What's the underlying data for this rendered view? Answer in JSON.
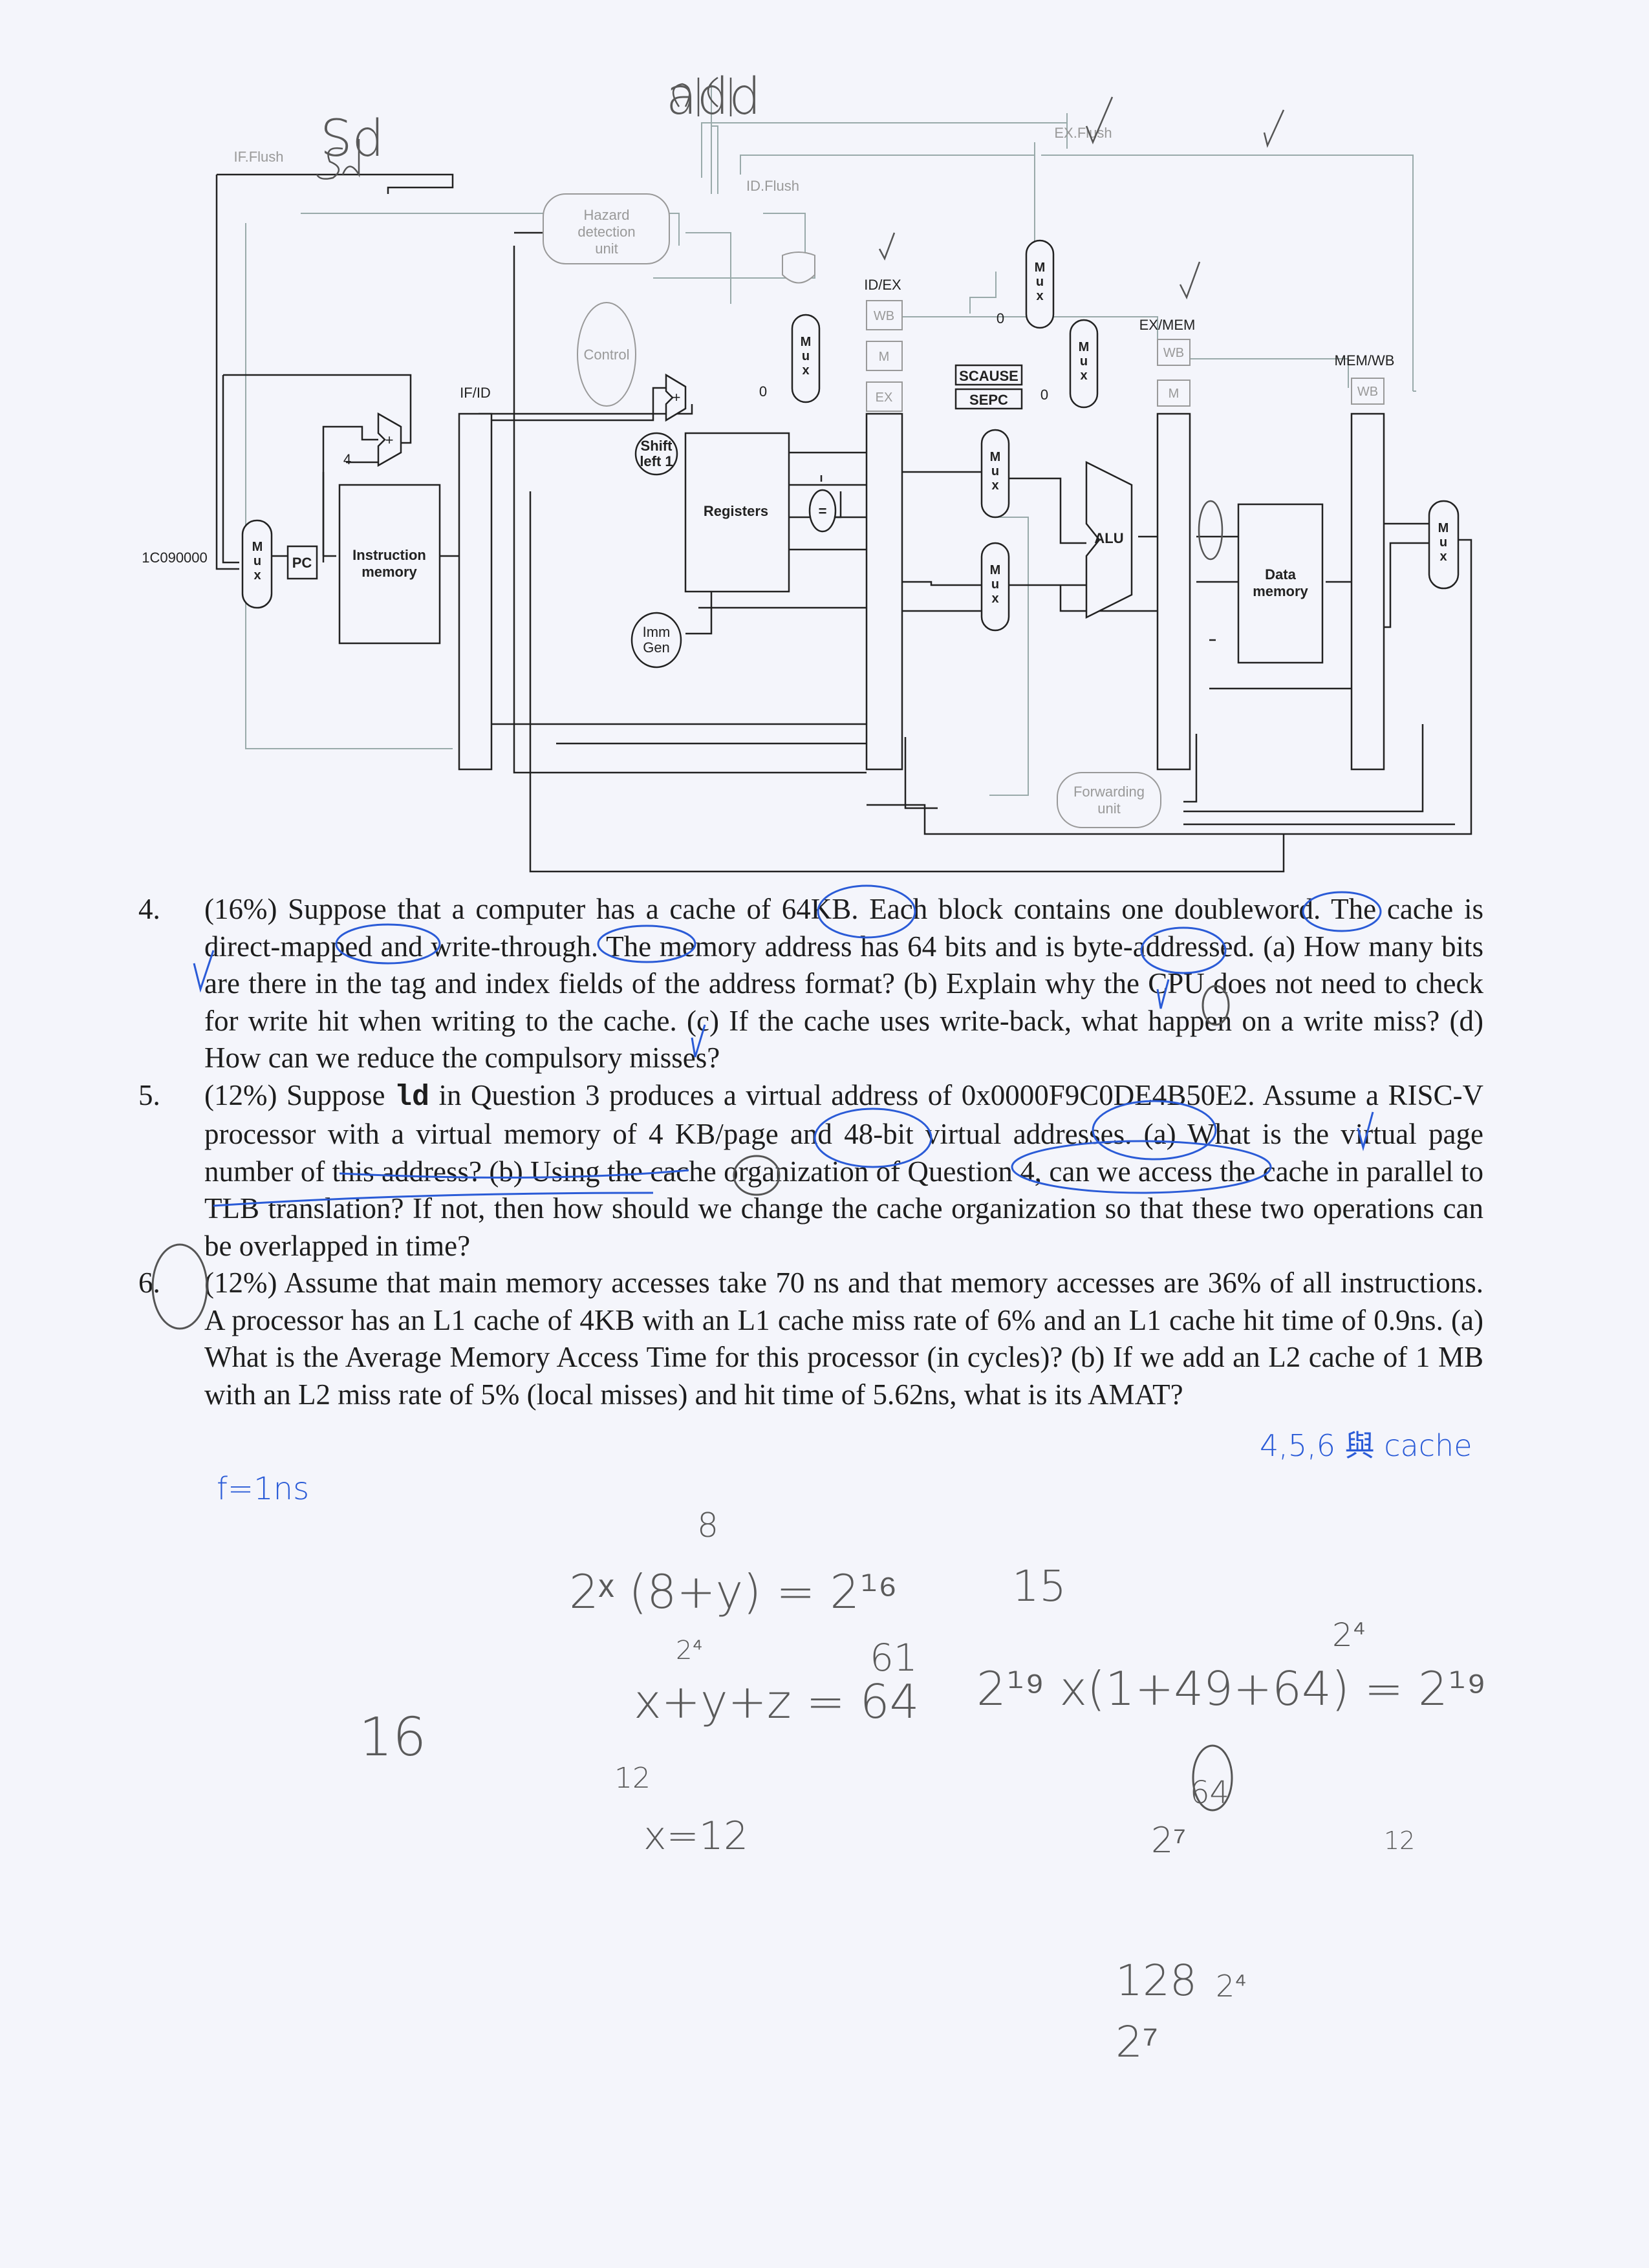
{
  "diagram": {
    "labels": {
      "if_flush": "IF.Flush",
      "id_flush": "ID.Flush",
      "ex_flush": "EX.Flush",
      "hazard": [
        "Hazard",
        "detection",
        "unit"
      ],
      "control": "Control",
      "if_id": "IF/ID",
      "id_ex": "ID/EX",
      "ex_mem": "EX/MEM",
      "mem_wb": "MEM/WB",
      "wb": "WB",
      "m": "M",
      "ex": "EX",
      "scause": "SCAUSE",
      "sepc": "SEPC",
      "shift": [
        "Shift",
        "left 1"
      ],
      "registers": "Registers",
      "imm_gen": [
        "Imm",
        "Gen"
      ],
      "alu": "ALU",
      "data_memory": [
        "Data",
        "memory"
      ],
      "instruction_memory": [
        "Instruction",
        "memory"
      ],
      "pc": "PC",
      "address_in": "1C090000",
      "four": "4",
      "zero": "0",
      "plus": "+",
      "equal": "=",
      "mux": [
        "M",
        "u",
        "x"
      ],
      "forwarding": [
        "Forwarding",
        "unit"
      ]
    }
  },
  "questions": [
    {
      "number": "4.",
      "text": "(16%) Suppose that a computer has a cache of 64KB. Each block contains one doubleword. The cache is direct-mapped and write-through. The memory address has 64 bits and is byte-addressed. (a) How many bits are there in the tag and index fields of the address format? (b) Explain why the CPU does not need to check for write hit when writing to the cache. (c) If the cache uses write-back, what happen on a write miss? (d) How can we reduce the compulsory misses?"
    },
    {
      "number": "5.",
      "text_before": "(12%) Suppose ",
      "code": "ld",
      "text_after": " in Question 3 produces a virtual address of 0x0000F9C0DE4B50E2. Assume a RISC-V processor with a virtual memory of 4 KB/page and 48-bit virtual addresses. (a) What is the virtual page number of this address? (b) Using the cache organization of Question 4, can we access the cache in parallel to TLB translation? If not, then how should we change the cache organization so that these two operations can be overlapped in time?"
    },
    {
      "number": "6.",
      "text": "(12%) Assume that main memory accesses take 70 ns and that memory accesses are 36% of all instructions. A processor has an L1 cache of 4KB with an L1 cache miss rate of 6% and an L1 cache hit time of 0.9ns. (a) What is the Average Memory Access Time for this processor (in cycles)? (b) If we add an L2 cache of 1 MB with an L2 miss rate of 5% (local misses) and hit time of 5.62ns, what is its AMAT?"
    }
  ],
  "handwriting": {
    "sd": "Sd",
    "add": "add",
    "check": "✓",
    "topic_note": "4,5,6 與 cache",
    "freq": "f=1ns",
    "eq1": "2ˣ (8+y) = 2¹⁶",
    "eq1_sup": "8",
    "eq1_sub": "2⁴",
    "n15": "15",
    "eq2": "x+y+z = 64",
    "eq2_sup": "61",
    "n16": "16",
    "n12": "12",
    "x12": "x=12",
    "eq3": "2¹⁹ x(1+49+64) = 2¹⁹",
    "eq3_sup": "2⁴",
    "n64": "64",
    "n2_7a": "2⁷",
    "n12b": "12",
    "n128": "128",
    "n2_4": "2⁴",
    "n2_7b": "2⁷"
  }
}
